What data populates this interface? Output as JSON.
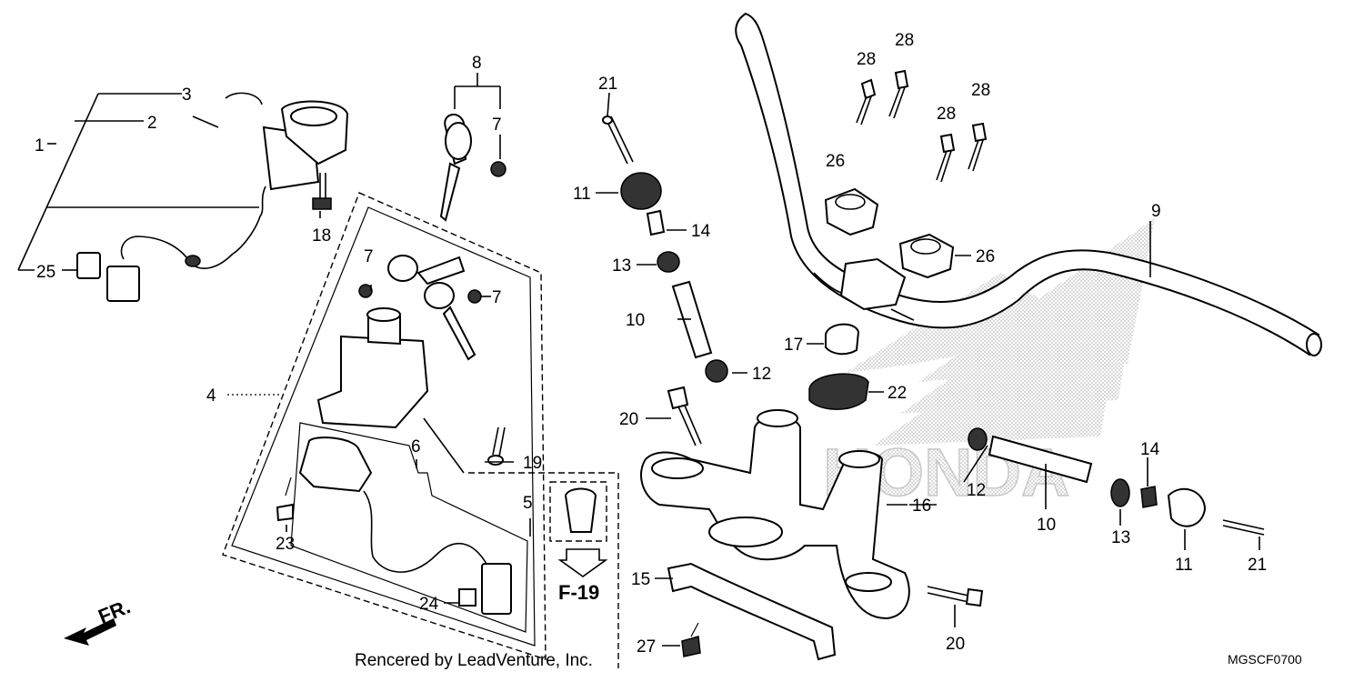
{
  "callouts": [
    {
      "id": "c1",
      "text": "1"
    },
    {
      "id": "c2",
      "text": "2"
    },
    {
      "id": "c3",
      "text": "3"
    },
    {
      "id": "c4",
      "text": "4"
    },
    {
      "id": "c5",
      "text": "5"
    },
    {
      "id": "c6",
      "text": "6"
    },
    {
      "id": "c7a",
      "text": "7"
    },
    {
      "id": "c7b",
      "text": "7"
    },
    {
      "id": "c7c",
      "text": "7"
    },
    {
      "id": "c8",
      "text": "8"
    },
    {
      "id": "c9",
      "text": "9"
    },
    {
      "id": "c10a",
      "text": "10"
    },
    {
      "id": "c10b",
      "text": "10"
    },
    {
      "id": "c11a",
      "text": "11"
    },
    {
      "id": "c11b",
      "text": "11"
    },
    {
      "id": "c12a",
      "text": "12"
    },
    {
      "id": "c12b",
      "text": "12"
    },
    {
      "id": "c13a",
      "text": "13"
    },
    {
      "id": "c13b",
      "text": "13"
    },
    {
      "id": "c14a",
      "text": "14"
    },
    {
      "id": "c14b",
      "text": "14"
    },
    {
      "id": "c15",
      "text": "15"
    },
    {
      "id": "c16",
      "text": "16"
    },
    {
      "id": "c17",
      "text": "17"
    },
    {
      "id": "c18",
      "text": "18"
    },
    {
      "id": "c19",
      "text": "19"
    },
    {
      "id": "c20a",
      "text": "20"
    },
    {
      "id": "c20b",
      "text": "20"
    },
    {
      "id": "c21a",
      "text": "21"
    },
    {
      "id": "c21b",
      "text": "21"
    },
    {
      "id": "c22",
      "text": "22"
    },
    {
      "id": "c23",
      "text": "23"
    },
    {
      "id": "c24",
      "text": "24"
    },
    {
      "id": "c25",
      "text": "25"
    },
    {
      "id": "c26a",
      "text": "26"
    },
    {
      "id": "c26b",
      "text": "26"
    },
    {
      "id": "c27",
      "text": "27"
    },
    {
      "id": "c28a",
      "text": "28"
    },
    {
      "id": "c28b",
      "text": "28"
    },
    {
      "id": "c28c",
      "text": "28"
    },
    {
      "id": "c28d",
      "text": "28"
    }
  ],
  "reference": "F-19",
  "direction": "FR.",
  "credit": "Rencered by LeadVenture, Inc.",
  "diagram_code": "MGSCF0700",
  "watermark": "HONDA",
  "colors": {
    "ink": "#000000",
    "watermark": "#bdbdbd",
    "paper": "#ffffff"
  }
}
